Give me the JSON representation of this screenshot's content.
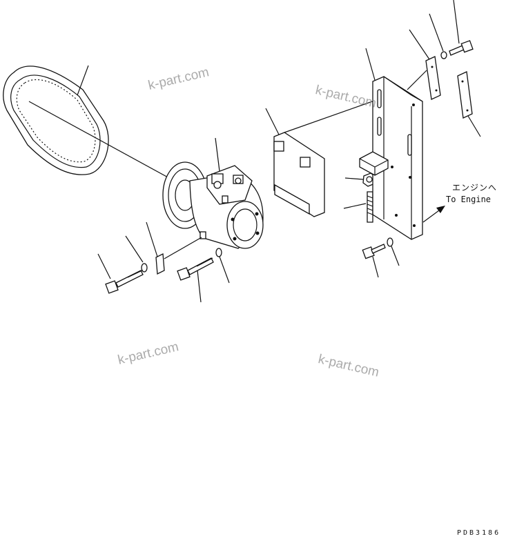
{
  "drawing": {
    "direction_label_jp": "エンジンへ",
    "direction_label_en": "To Engine",
    "drawing_code": "PDB3186"
  },
  "watermarks": [
    "k-part.com",
    "k-part.com",
    "k-part.com",
    "k-part.com"
  ],
  "parts": [
    {
      "name": "v-belt"
    },
    {
      "name": "compressor"
    },
    {
      "name": "mounting-plate"
    },
    {
      "name": "bracket"
    },
    {
      "name": "spacer-plate"
    },
    {
      "name": "shim"
    },
    {
      "name": "bolt"
    },
    {
      "name": "washer"
    },
    {
      "name": "nut"
    },
    {
      "name": "stud-bolt"
    },
    {
      "name": "clip"
    }
  ]
}
